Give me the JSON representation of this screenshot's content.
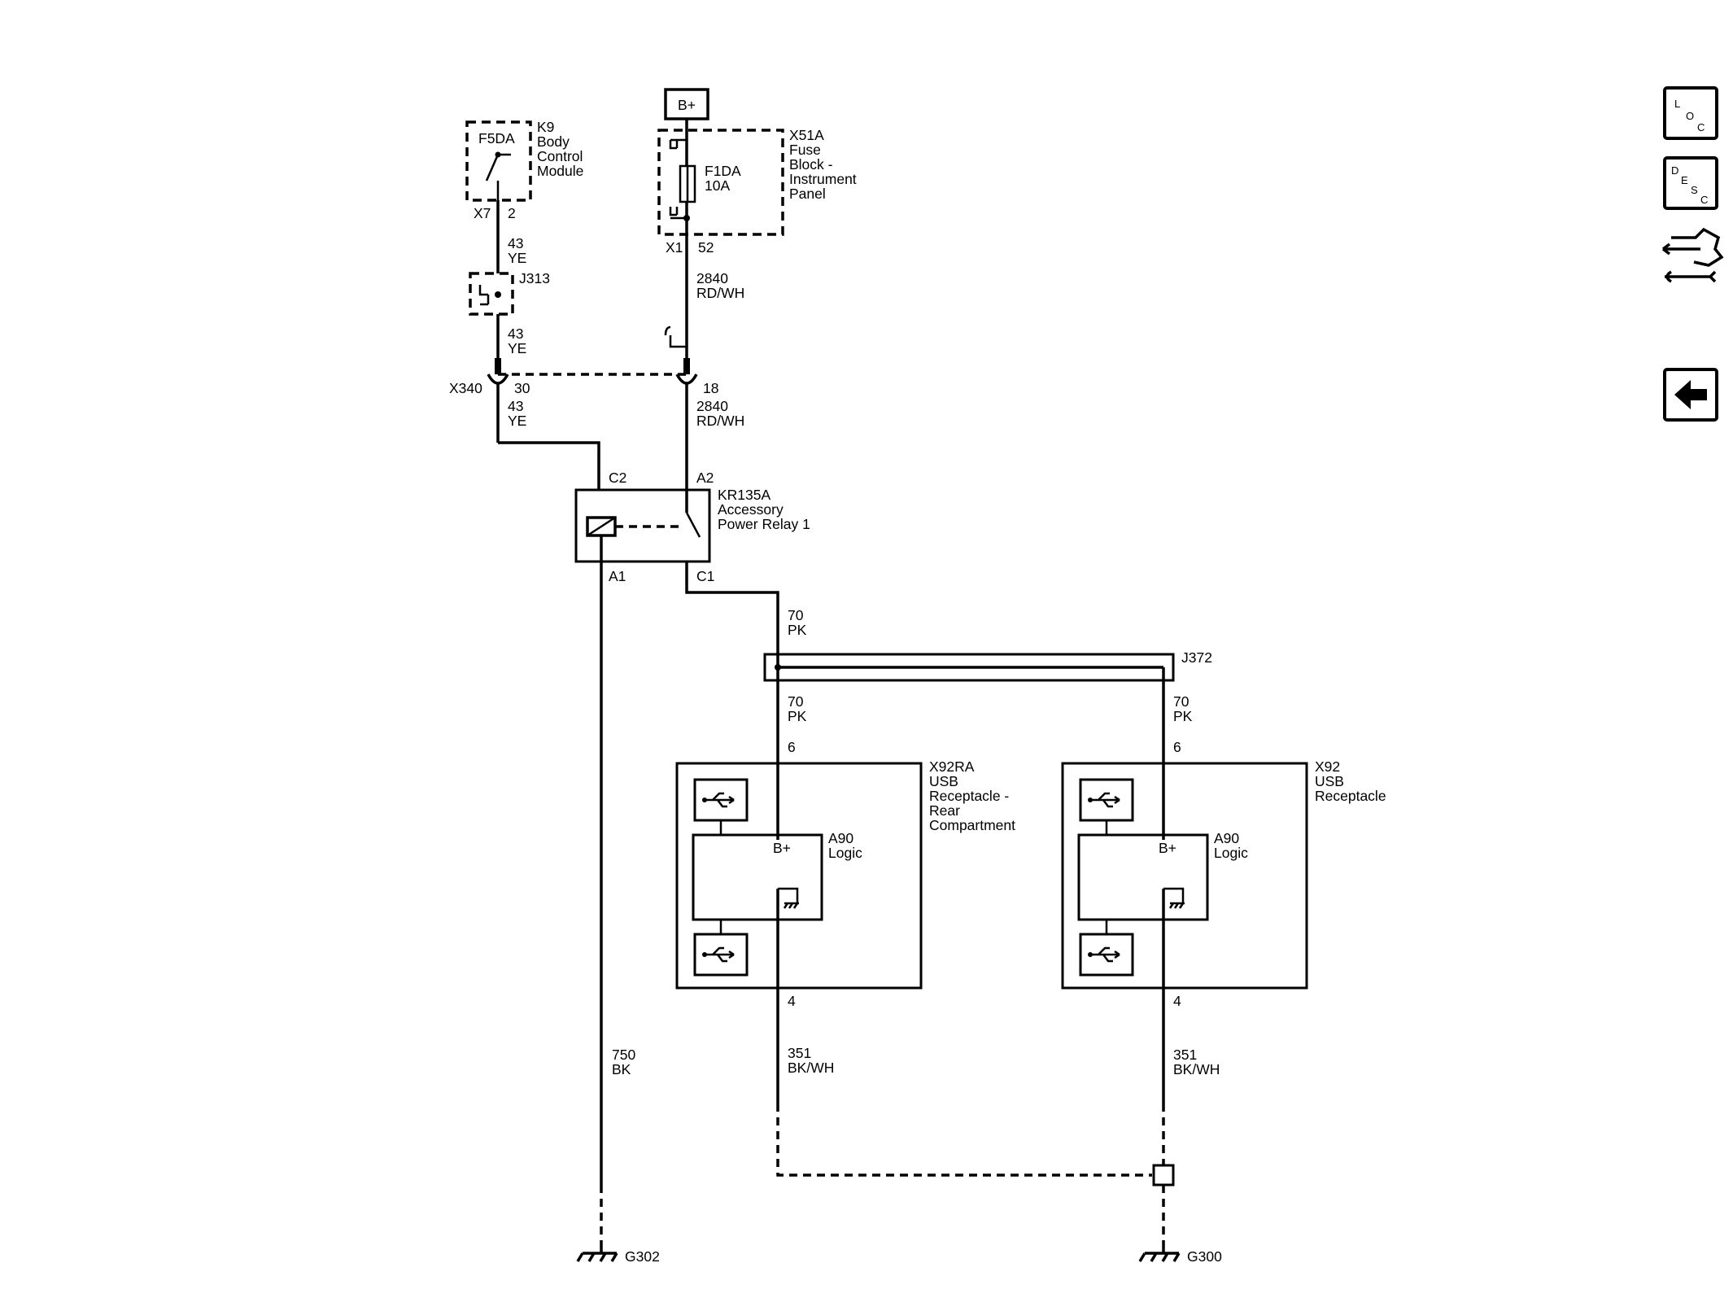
{
  "power_source": {
    "label": "B+"
  },
  "modules": {
    "k9": {
      "id": "K9",
      "lines": [
        "Body",
        "Control",
        "Module"
      ],
      "switch": "F5DA",
      "connector": "X7",
      "pin": "2"
    },
    "x51a": {
      "id": "X51A",
      "lines": [
        "Fuse",
        "Block -",
        "Instrument",
        "Panel"
      ],
      "fuse": "F1DA",
      "rating": "10A",
      "connector": "X1",
      "pin": "52"
    },
    "kr135a": {
      "id": "KR135A",
      "lines": [
        "Accessory",
        "Power Relay 1"
      ],
      "pins": {
        "c2": "C2",
        "a2": "A2",
        "a1": "A1",
        "c1": "C1"
      }
    },
    "x92ra": {
      "id": "X92RA",
      "lines": [
        "USB",
        "Receptacle -",
        "Rear",
        "Compartment"
      ],
      "logic_id": "A90",
      "logic_label": "Logic",
      "bplus": "B+",
      "pin_top": "6",
      "pin_bottom": "4"
    },
    "x92": {
      "id": "X92",
      "lines": [
        "USB",
        "Receptacle"
      ],
      "logic_id": "A90",
      "logic_label": "Logic",
      "bplus": "B+",
      "pin_top": "6",
      "pin_bottom": "4"
    }
  },
  "splices": {
    "j313": "J313",
    "j372": "J372"
  },
  "inline_connector": {
    "id": "X340",
    "pin_left": "30",
    "pin_right": "18"
  },
  "wires": {
    "w43_a": {
      "circuit": "43",
      "color": "YE"
    },
    "w43_b": {
      "circuit": "43",
      "color": "YE"
    },
    "w43_c": {
      "circuit": "43",
      "color": "YE"
    },
    "w2840_a": {
      "circuit": "2840",
      "color": "RD/WH"
    },
    "w2840_b": {
      "circuit": "2840",
      "color": "RD/WH"
    },
    "w70_a": {
      "circuit": "70",
      "color": "PK"
    },
    "w70_b": {
      "circuit": "70",
      "color": "PK"
    },
    "w70_c": {
      "circuit": "70",
      "color": "PK"
    },
    "w750": {
      "circuit": "750",
      "color": "BK"
    },
    "w351_a": {
      "circuit": "351",
      "color": "BK/WH"
    },
    "w351_b": {
      "circuit": "351",
      "color": "BK/WH"
    }
  },
  "grounds": {
    "g302": "G302",
    "g300": "G300"
  },
  "side_nav": {
    "loc_letters": [
      "L",
      "O",
      "C"
    ],
    "desc_letters": [
      "D",
      "E",
      "S",
      "C"
    ],
    "connector_icon": "connector-tool-icon",
    "back_icon": "back-arrow-icon"
  }
}
